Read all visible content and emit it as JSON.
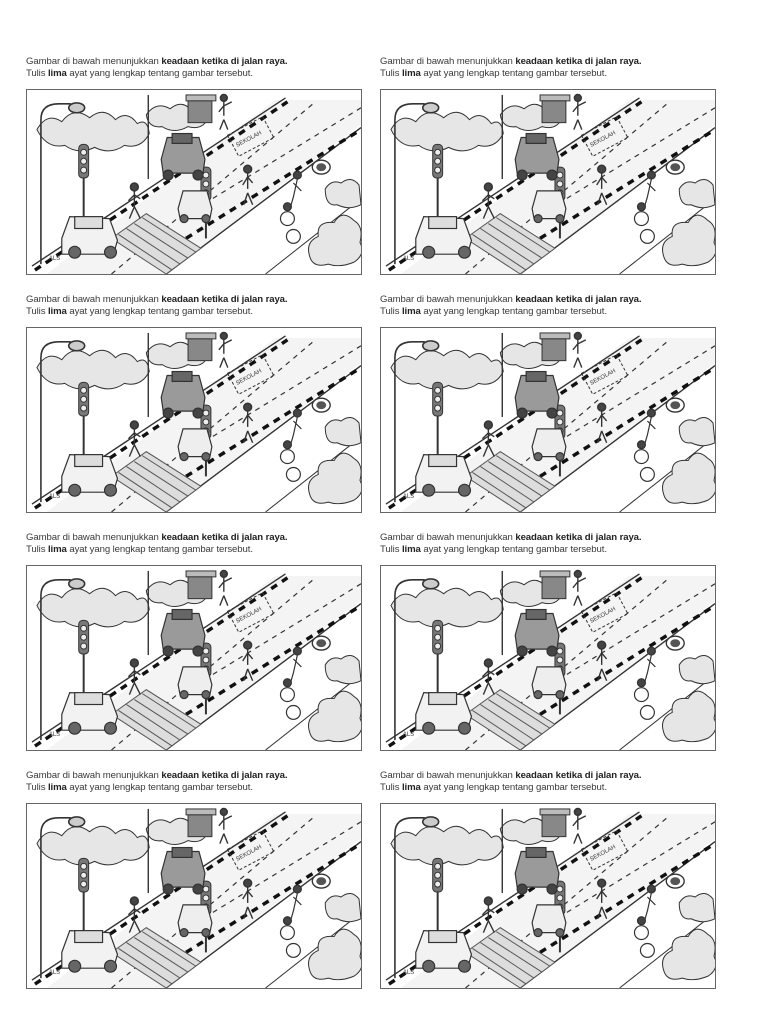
{
  "worksheet": {
    "line1_pre": "Gambar di bawah menunjukkan ",
    "line1_bold": "keadaan ketika di jalan raya.",
    "line2_pre": "Tulis ",
    "line2_bold": "lima",
    "line2_post": " ayat yang lengkap tentang gambar tersebut.",
    "sign_text": "SEKOLAH",
    "plate_text": "ALS"
  },
  "colors": {
    "line": "#333333",
    "road": "#f4f4f4",
    "tree_fill": "#e6e6e6",
    "dark": "#555555"
  }
}
